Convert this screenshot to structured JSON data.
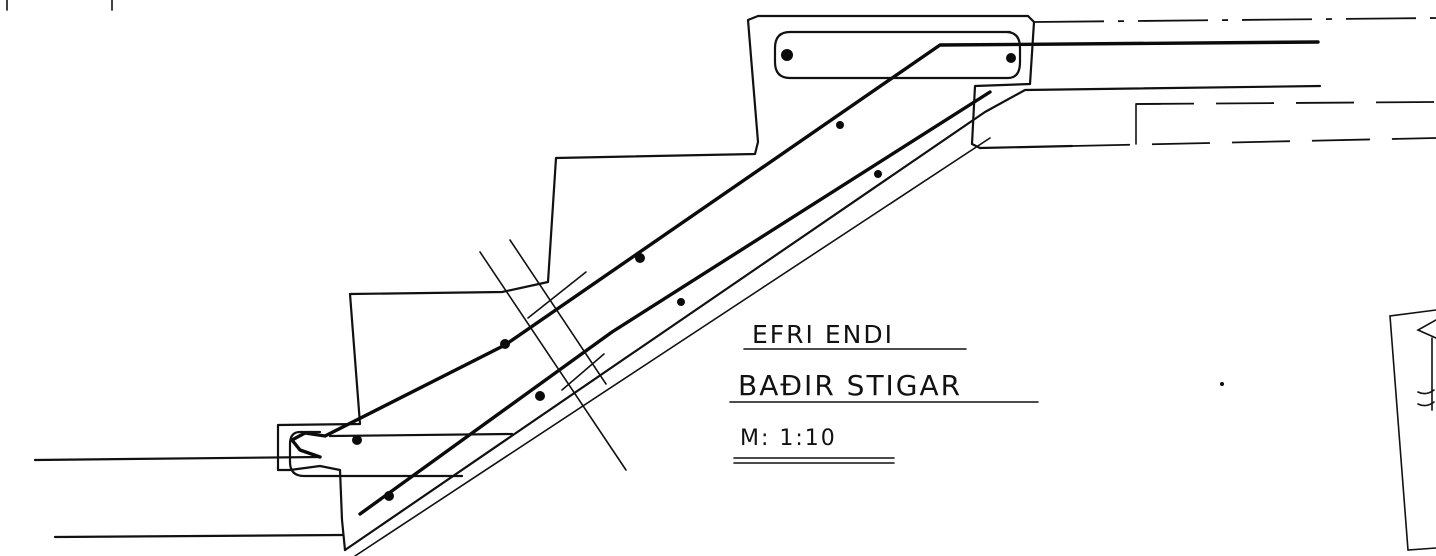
{
  "title": {
    "line1": "EFRI ENDI",
    "line2": "BAÐIR STIGAR"
  },
  "scale": "M: 1:10",
  "colors": {
    "ink": "#111111",
    "paper": "#ffffff"
  }
}
